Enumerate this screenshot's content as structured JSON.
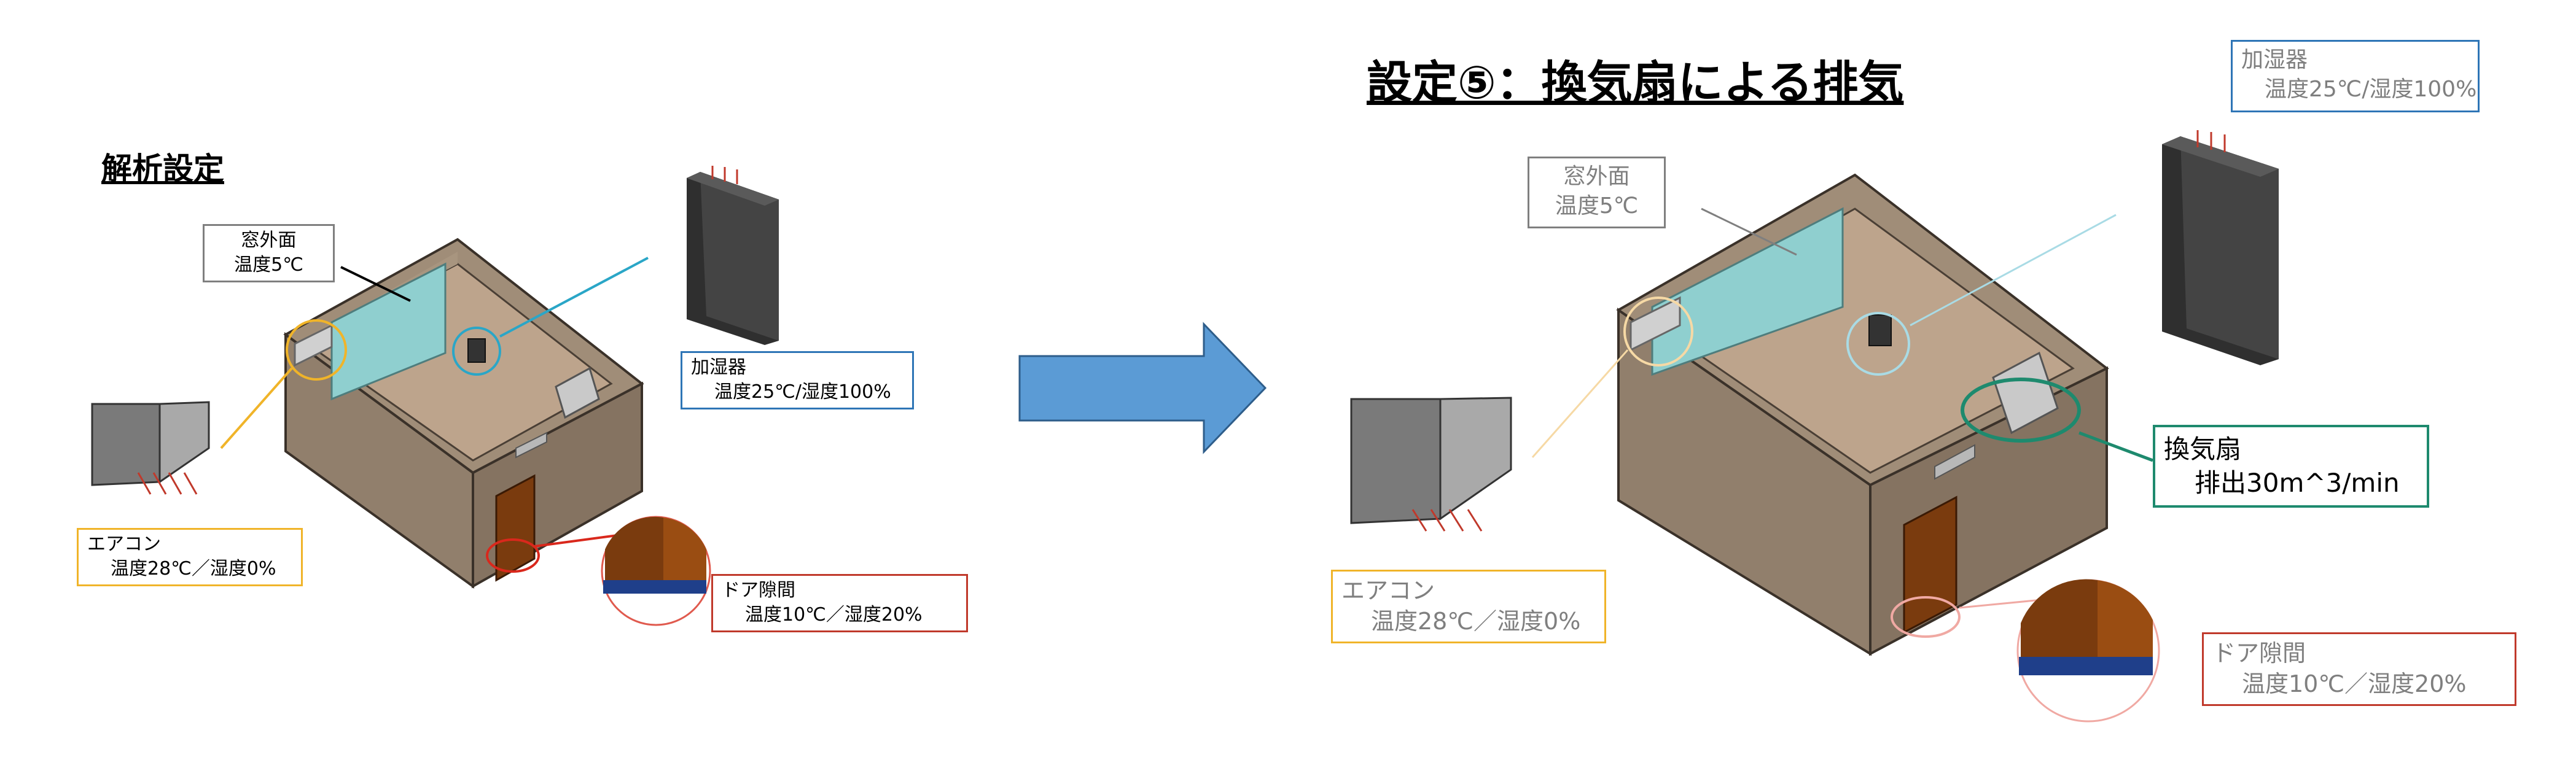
{
  "left_panel": {
    "heading": "解析設定",
    "window_label": {
      "line1": "窓外面",
      "line2": "温度5℃"
    },
    "humidifier_label": {
      "line1": "加湿器",
      "line2": "温度25℃/湿度100%"
    },
    "aircon_label": {
      "line1": "エアコン",
      "line2": "温度28℃／湿度0%"
    },
    "door_label": {
      "line1": "ドア隙間",
      "line2": "温度10℃／湿度20%"
    }
  },
  "right_panel": {
    "heading": "設定⑤：換気扇による排気",
    "window_label": {
      "line1": "窓外面",
      "line2": "温度5℃"
    },
    "humidifier_label": {
      "line1": "加湿器",
      "line2": "温度25℃/湿度100%"
    },
    "aircon_label": {
      "line1": "エアコン",
      "line2": "温度28℃／湿度0%"
    },
    "door_label": {
      "line1": "ドア隙間",
      "line2": "温度10℃／湿度20%"
    },
    "fan_label": {
      "line1": "換気扇",
      "line2": "排出30m^3/min"
    }
  },
  "colors": {
    "humidifier_border": "#2e75b6",
    "aircon_border": "#f0b429",
    "door_border": "#c0392b",
    "fan_border": "#1e8a6e",
    "window_border": "#7f7f7f",
    "arrow": "#5b9bd5",
    "wall": "#8c7a67",
    "floor": "#bfa68e",
    "window_glass": "#8fcfcf",
    "door": "#7a3b0e"
  }
}
